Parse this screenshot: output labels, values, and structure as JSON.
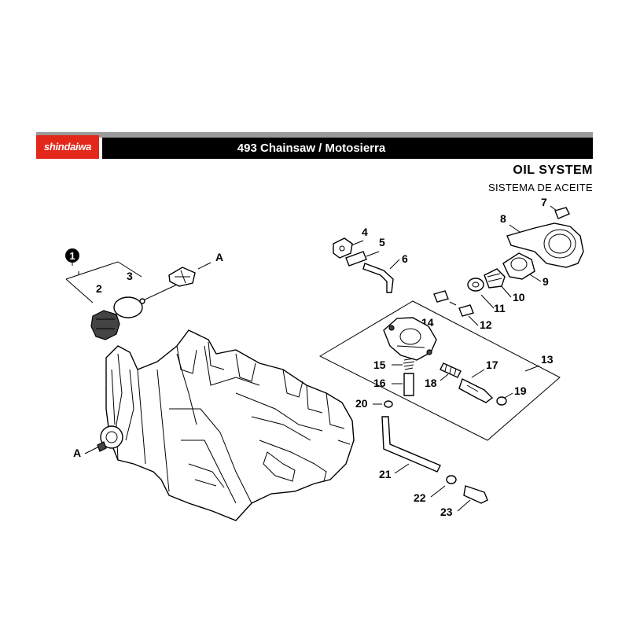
{
  "header": {
    "brand": "shindaiwa",
    "model_title": "493 Chainsaw / Motosierra"
  },
  "section": {
    "title_en": "OIL SYSTEM",
    "title_es": "SISTEMA DE ACEITE"
  },
  "callouts": {
    "c1": "1",
    "c2": "2",
    "c3": "3",
    "c4": "4",
    "c5": "5",
    "c6": "6",
    "c7": "7",
    "c8": "8",
    "c9": "9",
    "c10": "10",
    "c11": "11",
    "c12": "12",
    "c13": "13",
    "c14": "14",
    "c15": "15",
    "c16": "16",
    "c17": "17",
    "c18": "18",
    "c19": "19",
    "c20": "20",
    "c21": "21",
    "c22": "22",
    "c23": "23",
    "ref_a_top": "A",
    "ref_a_bottom": "A"
  },
  "colors": {
    "brand_red": "#e3271b",
    "banner_black": "#000000",
    "banner_gray": "#9a9a9a"
  }
}
